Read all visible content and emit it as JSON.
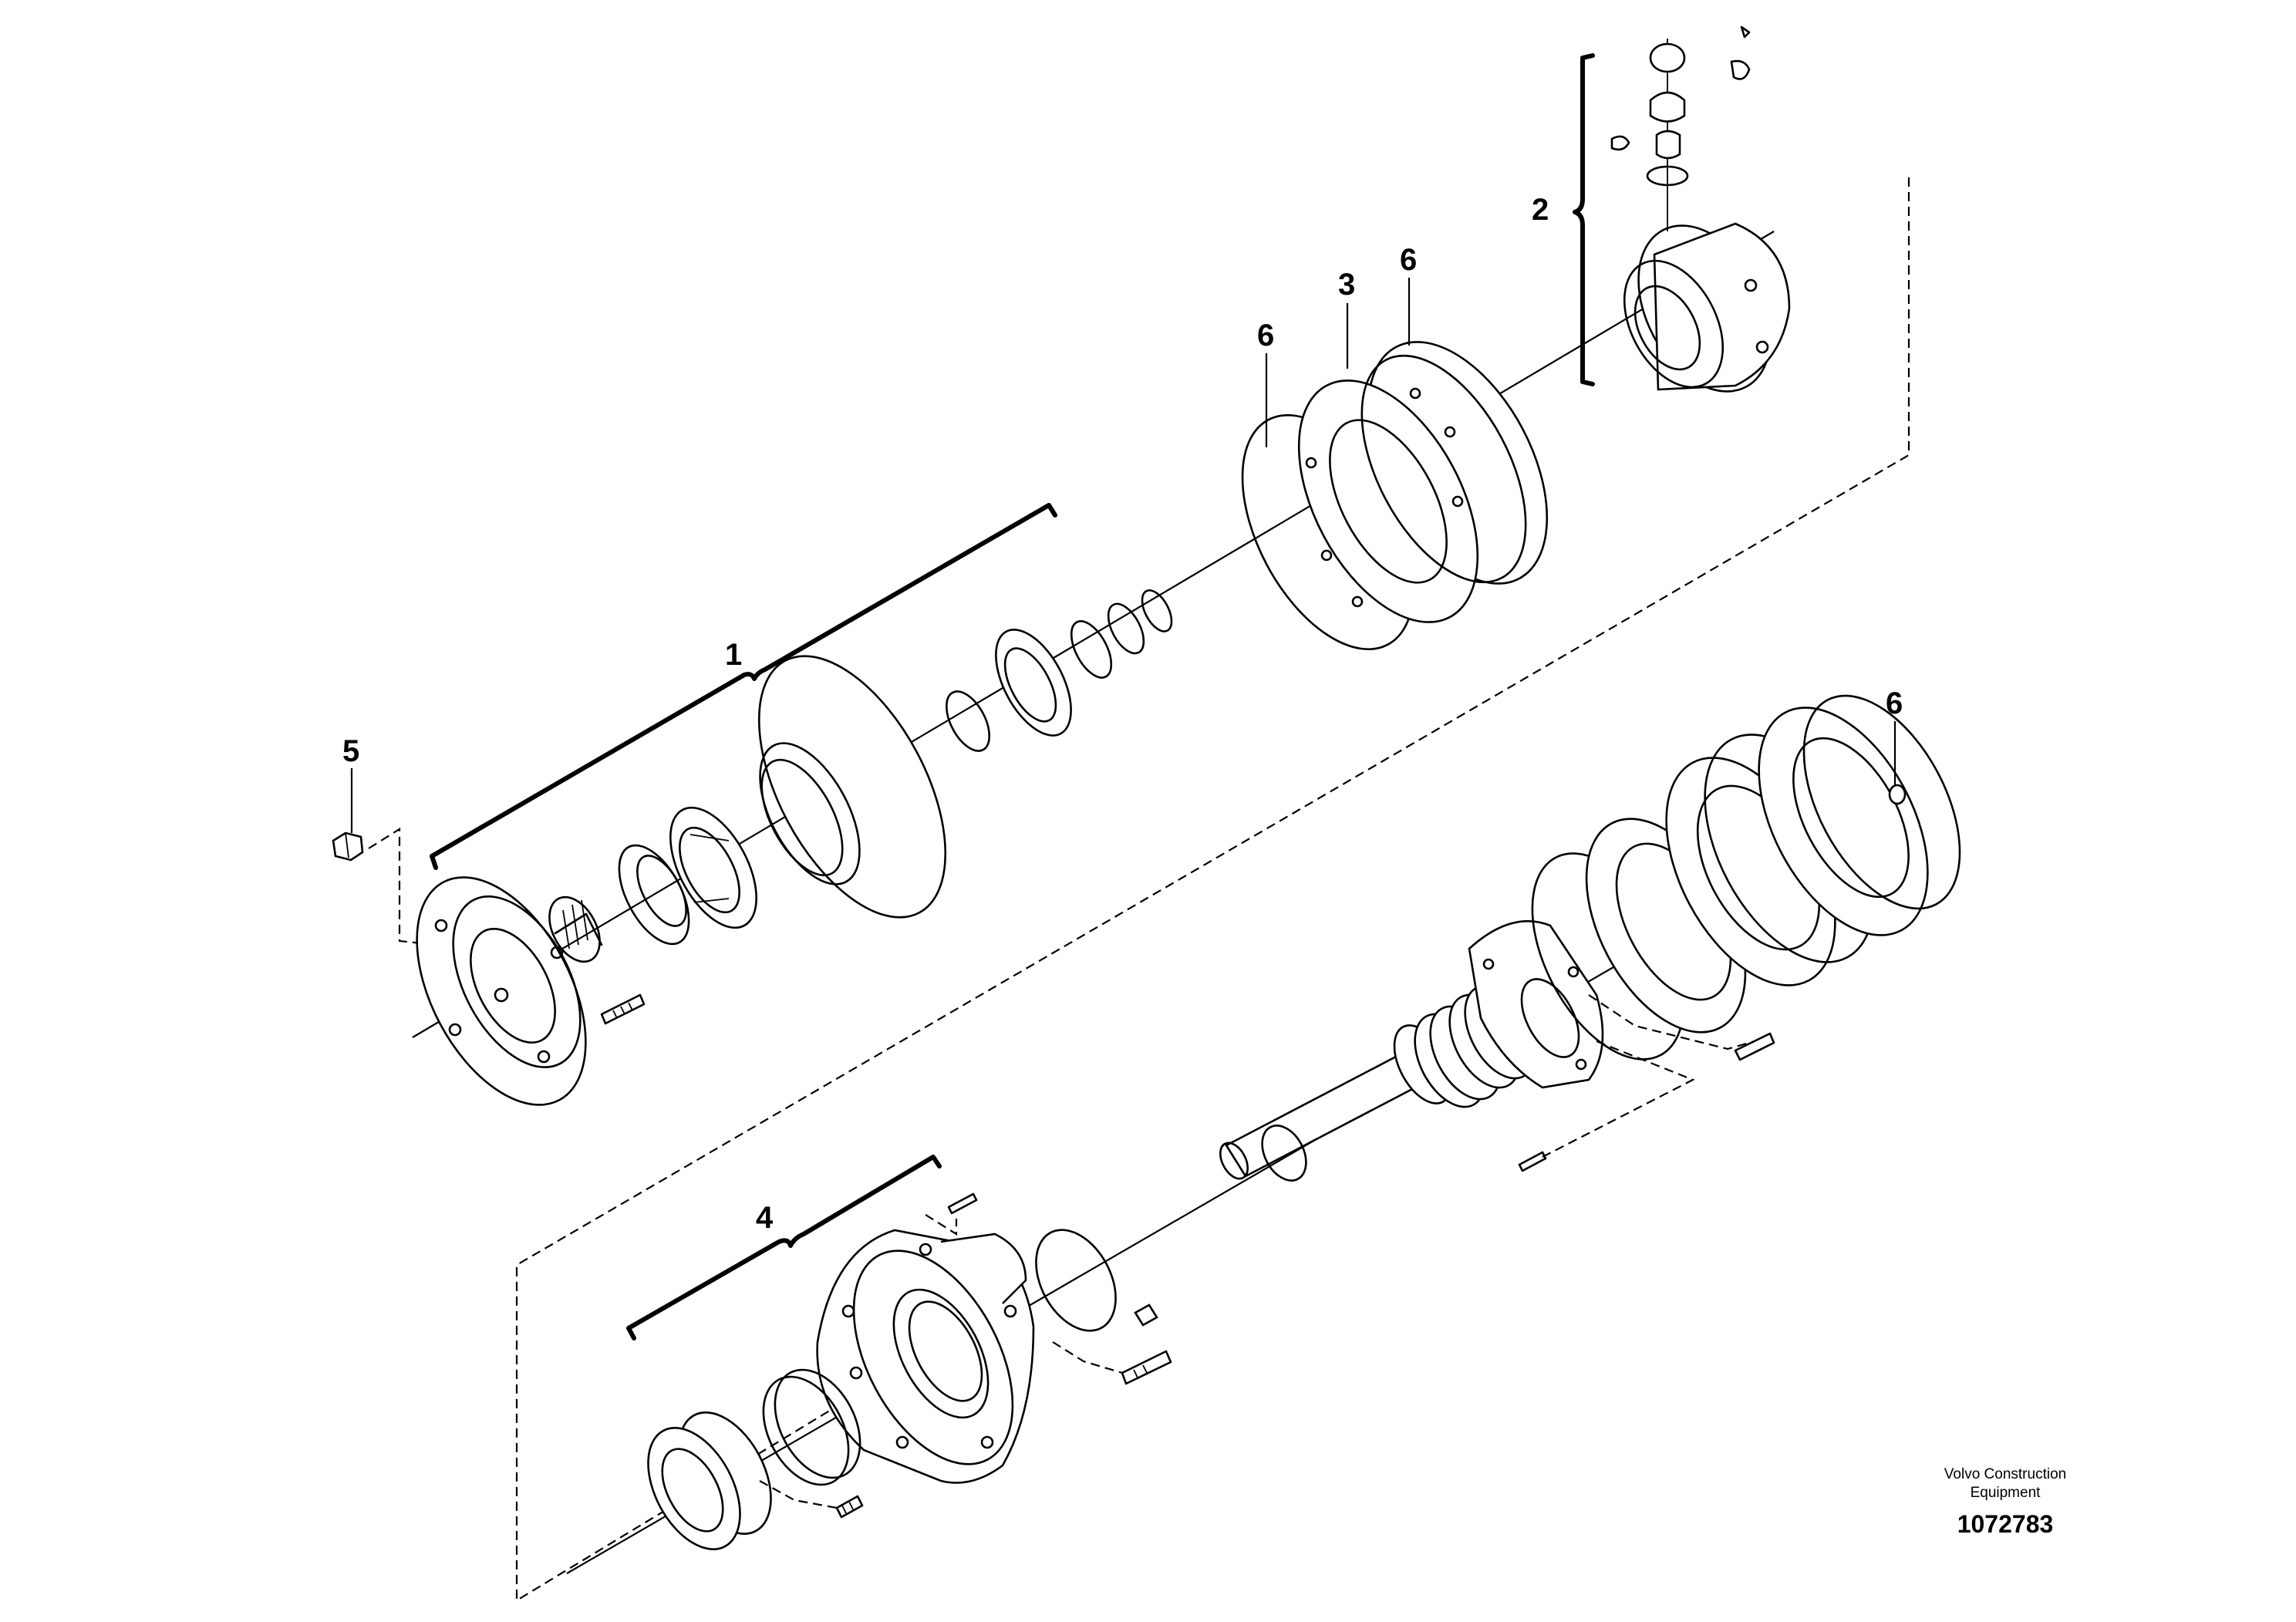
{
  "callouts": {
    "c1": "1",
    "c2": "2",
    "c3": "3",
    "c4": "4",
    "c5": "5",
    "c6a": "6",
    "c6b": "6",
    "c6c": "6"
  },
  "footer": {
    "brand_line1": "Volvo Construction",
    "brand_line2": "Equipment",
    "document_number": "1072783"
  }
}
